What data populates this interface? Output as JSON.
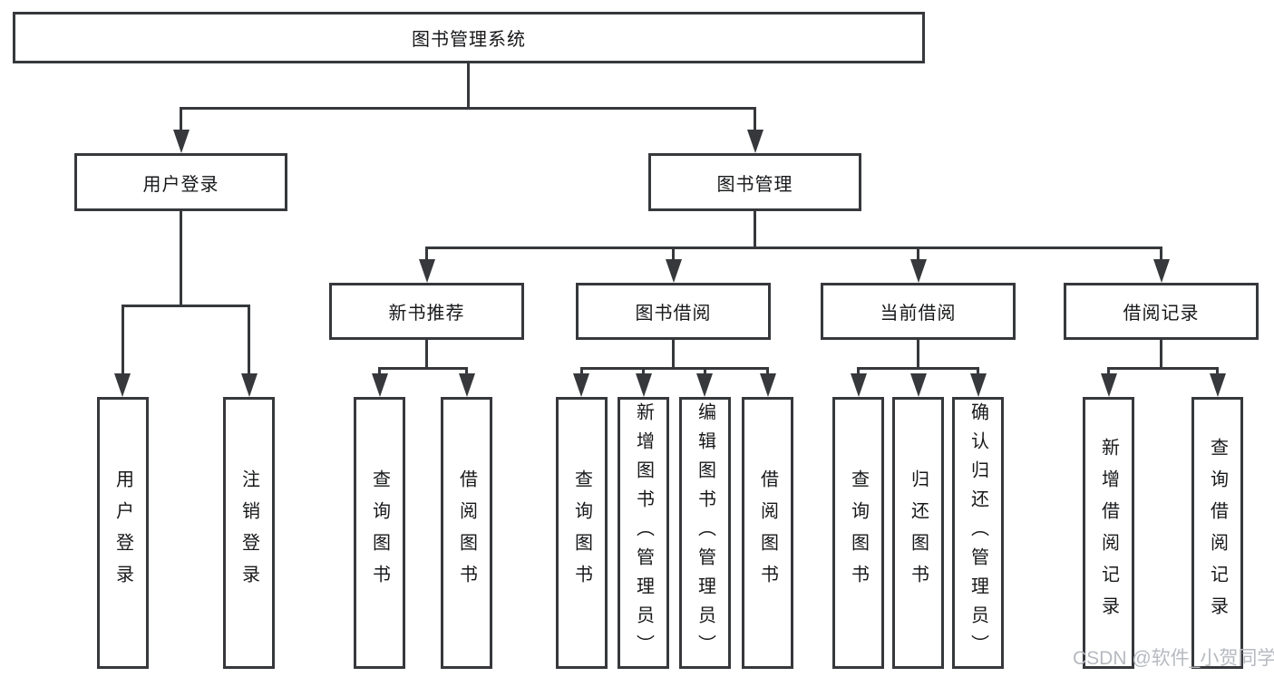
{
  "nodes": {
    "root": "图书管理系统",
    "user_login": "用户登录",
    "book_management": "图书管理",
    "new_book_recommend": "新书推荐",
    "book_borrow": "图书借阅",
    "current_borrow": "当前借阅",
    "borrow_records": "借阅记录",
    "leaf_user_login": "用户登录",
    "leaf_logout": "注销登录",
    "leaf_nbr_query": "查询图书",
    "leaf_nbr_borrow": "借阅图书",
    "leaf_bb_query": "查询图书",
    "leaf_bb_add": "新增图书（管理员）",
    "leaf_bb_edit": "编辑图书（管理员）",
    "leaf_bb_borrow": "借阅图书",
    "leaf_cb_query": "查询图书",
    "leaf_cb_return": "归还图书",
    "leaf_cb_confirm": "确认归还（管理员）",
    "leaf_br_add": "新增借阅记录",
    "leaf_br_query": "查询借阅记录"
  },
  "watermark": "CSDN @软件_小贺同学",
  "colors": {
    "line": "#36383c",
    "text": "#17181a",
    "watermark": "#b6bac0",
    "background": "#ffffff"
  }
}
